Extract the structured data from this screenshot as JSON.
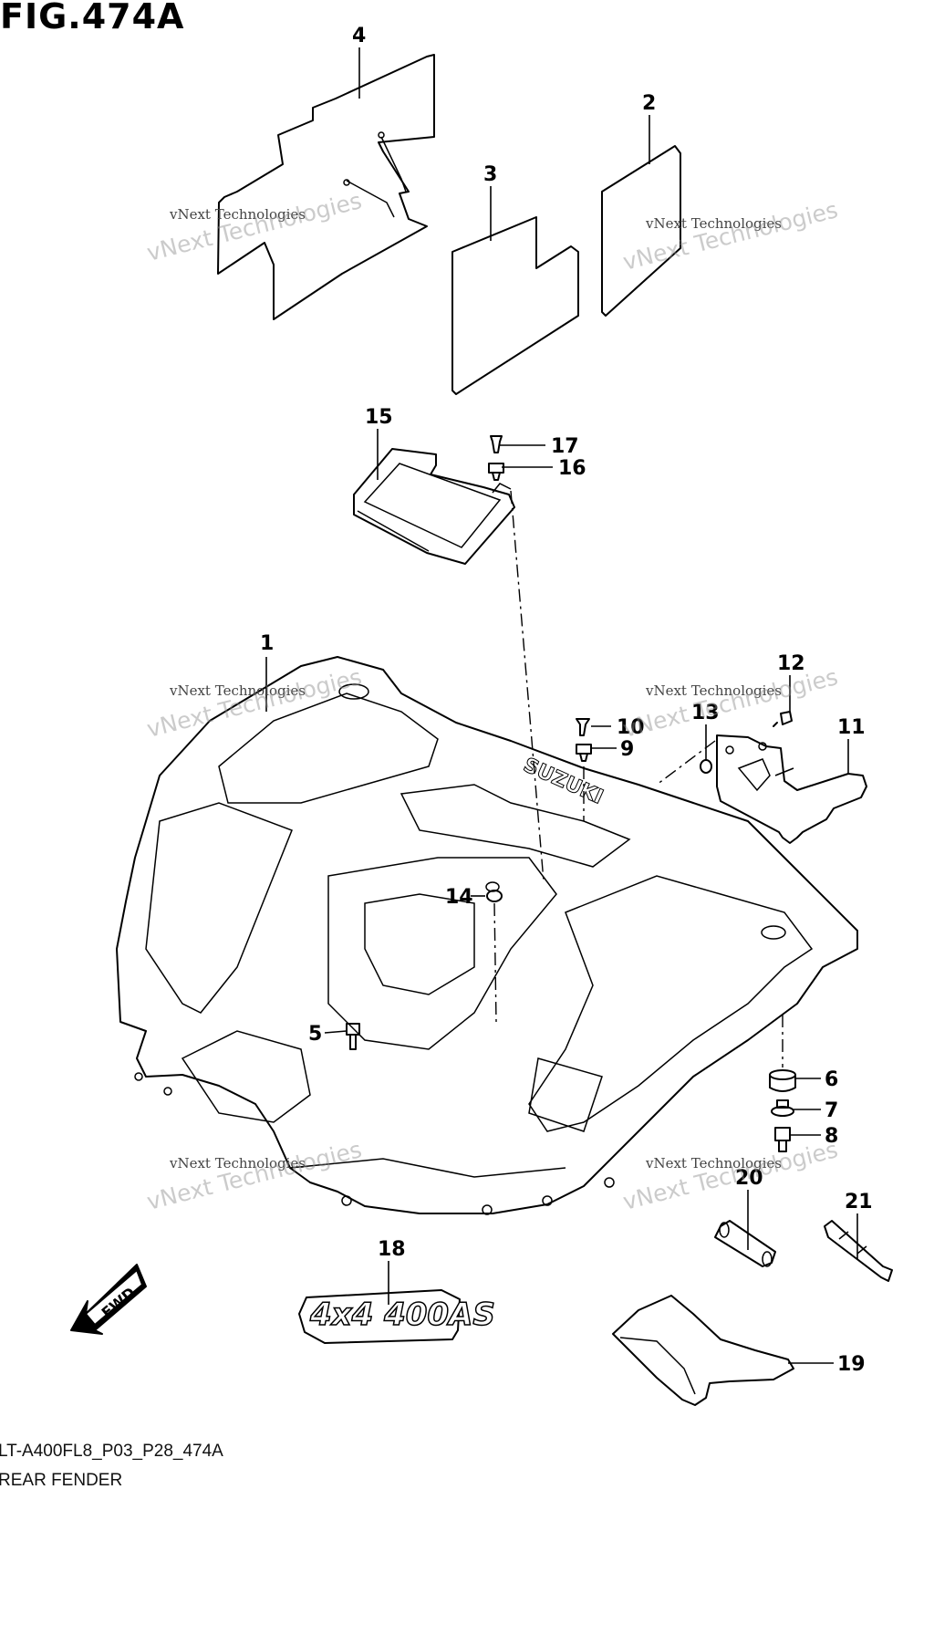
{
  "figure": {
    "title": "FIG.474A",
    "code": "LT-A400FL8_P03_P28_474A",
    "name": "REAR FENDER"
  },
  "watermark": {
    "line1": "vNext Technologies",
    "line2": "vNext Technologies"
  },
  "callouts": [
    "1",
    "2",
    "3",
    "4",
    "5",
    "6",
    "7",
    "8",
    "9",
    "10",
    "11",
    "12",
    "13",
    "14",
    "15",
    "16",
    "17",
    "18",
    "19",
    "20",
    "21"
  ],
  "direction_arrow": "FWD",
  "decal_text": "4x4 400AS",
  "fender_text": "SUZUKI"
}
